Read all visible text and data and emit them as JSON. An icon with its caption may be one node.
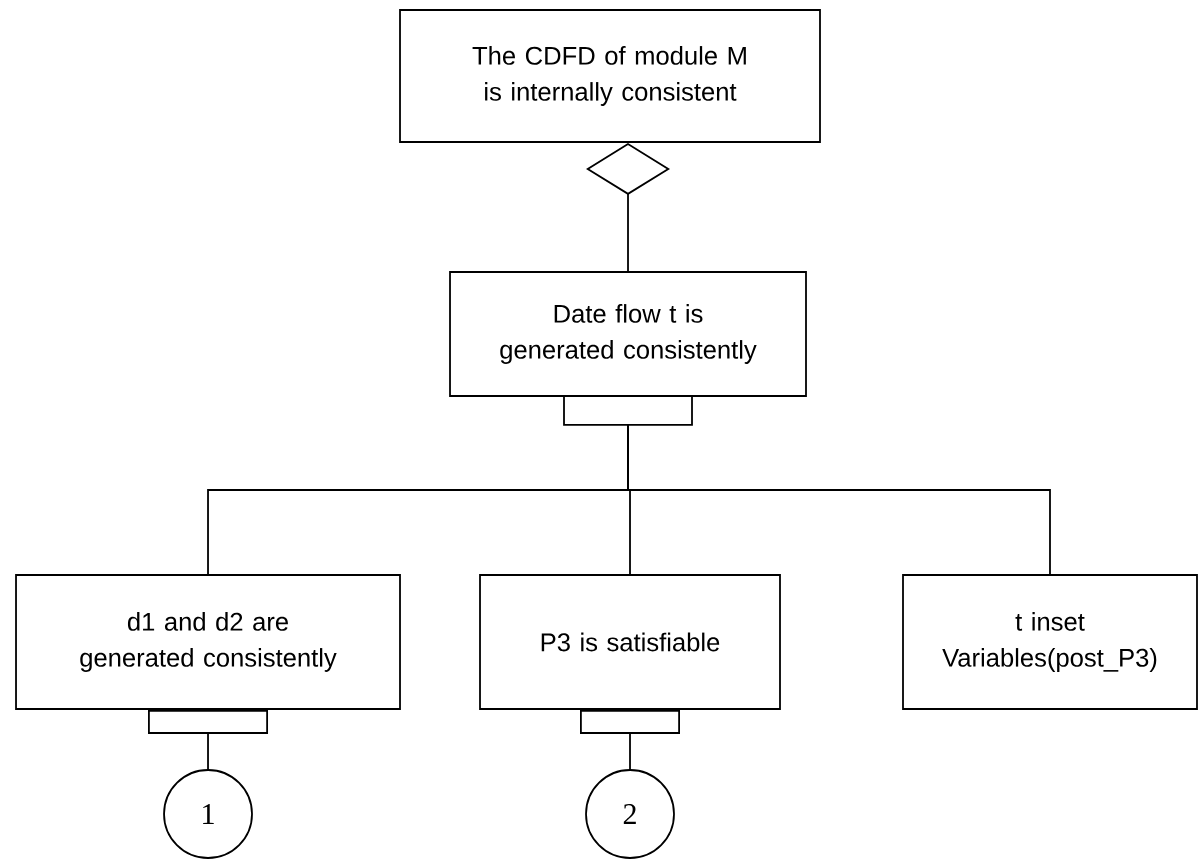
{
  "diagram": {
    "nodes": [
      {
        "text": [
          "The CDFD of module M is internally consistent"
        ]
      },
      {
        "text": [
          "Date flow t is generated consistently"
        ]
      },
      {
        "text": [
          "d1 and d2 are generated consistently"
        ]
      },
      {
        "text": [
          "P3 is satisfiable"
        ]
      },
      {
        "text": [
          "t inset Variables(post_P3)"
        ]
      },
      {
        "text": [
          "1"
        ]
      },
      {
        "text": [
          "2"
        ]
      }
    ],
    "edges": [
      {
        "from": 0,
        "to": 1,
        "arrow": "other"
      },
      {
        "from": 1,
        "to": 2,
        "arrow": "none"
      },
      {
        "from": 1,
        "to": 3,
        "arrow": "none"
      },
      {
        "from": 1,
        "to": 4,
        "arrow": "none"
      },
      {
        "from": 2,
        "to": 5,
        "arrow": "other"
      },
      {
        "from": 3,
        "to": 6,
        "arrow": "other"
      }
    ]
  }
}
